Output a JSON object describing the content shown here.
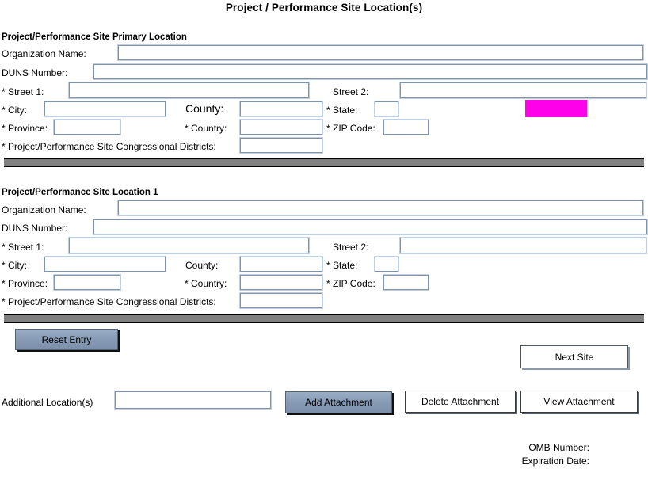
{
  "form": {
    "title": "Project / Performance Site Location(s)"
  },
  "sections": [
    {
      "heading": "Project/Performance Site Primary Location",
      "fields": {
        "organization_name_label": "Organization Name:",
        "organization_name_value": "",
        "duns_label": "DUNS Number:",
        "duns_value": "",
        "street1_label": "* Street 1:",
        "street1_value": "",
        "street2_label": "Street 2:",
        "street2_value": "",
        "city_label": "* City:",
        "city_value": "",
        "county_label": "County:",
        "county_value": "",
        "state_label": "* State:",
        "state_value": "",
        "province_label": "* Province:",
        "province_value": "",
        "country_label": "* Country:",
        "country_value": "",
        "zip_label": "* ZIP Code:",
        "zip_value": "",
        "districts_label": "* Project/Performance Site Congressional Districts:",
        "districts_value": ""
      }
    },
    {
      "heading": "Project/Performance Site Location 1",
      "fields": {
        "organization_name_label": "Organization Name:",
        "organization_name_value": "",
        "duns_label": "DUNS Number:",
        "duns_value": "",
        "street1_label": "* Street 1:",
        "street1_value": "",
        "street2_label": "Street 2:",
        "street2_value": "",
        "city_label": "* City:",
        "city_value": "",
        "county_label": "County:",
        "county_value": "",
        "state_label": "* State:",
        "state_value": "",
        "province_label": "* Province:",
        "province_value": "",
        "country_label": "* Country:",
        "country_value": "",
        "zip_label": "* ZIP Code:",
        "zip_value": "",
        "districts_label": "* Project/Performance Site Congressional Districts:",
        "districts_value": ""
      }
    }
  ],
  "actions": {
    "reset_entry": "Reset Entry",
    "next_site": "Next Site",
    "add_attachment": "Add Attachment",
    "delete_attachment": "Delete Attachment",
    "view_attachment": "View  Attachment"
  },
  "additional": {
    "label": "Additional Location(s)",
    "value": ""
  },
  "footer": {
    "omb_number": "OMB Number:",
    "expiration_date": "Expiration Date:"
  },
  "colors": {
    "field_border": "#7f93ad",
    "divider": "#808080",
    "highlight": "#ff00ea",
    "button_fill": "#8599b4"
  }
}
